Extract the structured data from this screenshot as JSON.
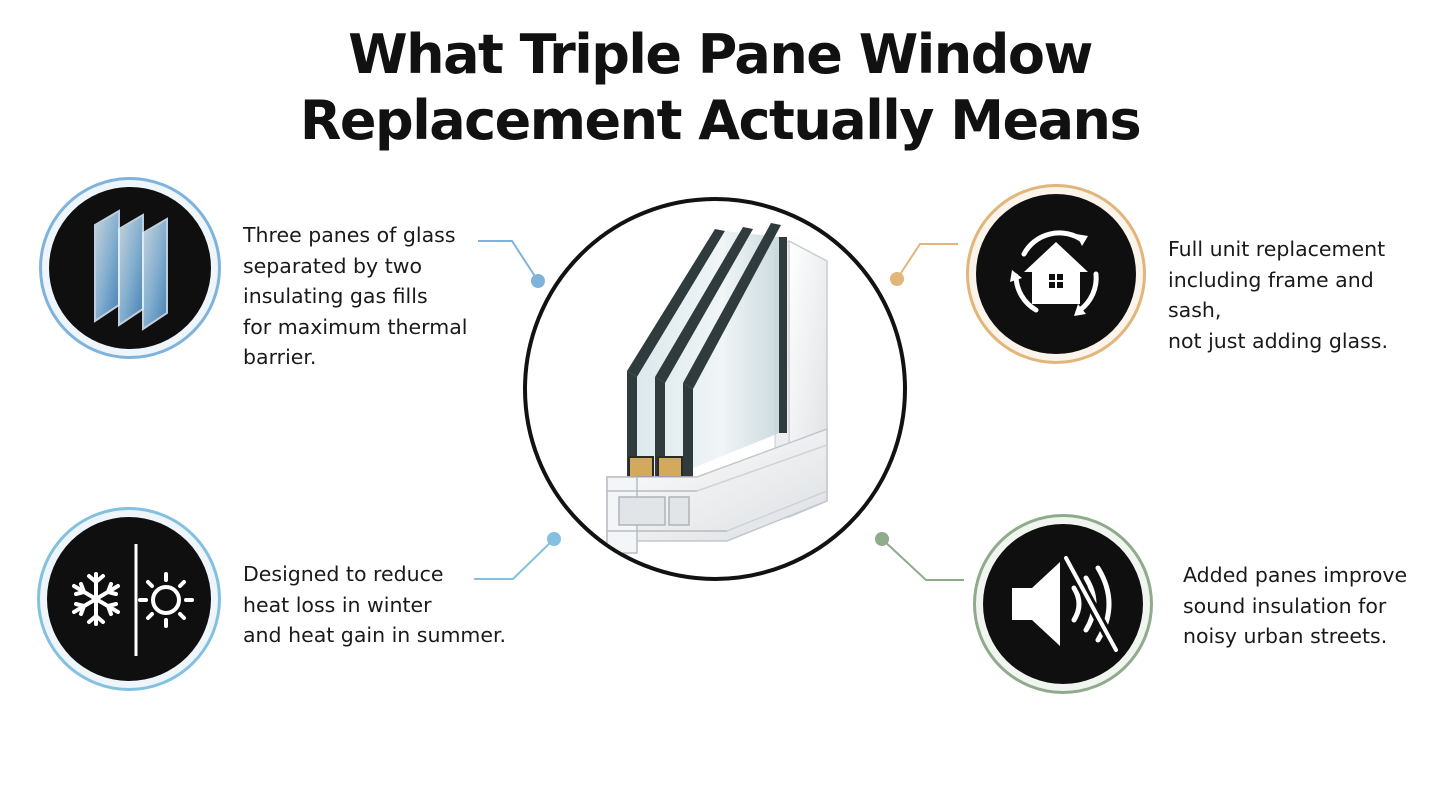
{
  "title": {
    "line1": "What Triple Pane Window",
    "line2": "Replacement Actually Means"
  },
  "features": [
    {
      "id": "triple-glass",
      "icon": "glass-panes-icon",
      "accent": "#7fb3dc",
      "text": "Three panes of glass\nseparated by two\ninsulating gas fills\nfor maximum thermal\nbarrier."
    },
    {
      "id": "full-unit",
      "icon": "house-cycle-icon",
      "accent": "#e2b57a",
      "text": "Full unit replacement\nincluding frame and sash,\nnot just adding glass."
    },
    {
      "id": "climate",
      "icon": "snowflake-sun-icon",
      "accent": "#84c0e0",
      "text": "Designed to reduce\nheat loss in winter\nand heat gain in summer."
    },
    {
      "id": "sound",
      "icon": "muted-speaker-icon",
      "accent": "#8fab8c",
      "text": "Added panes improve\nsound insulation for\nnoisy urban streets."
    }
  ],
  "colors": {
    "icon_disc": "#0f0f10",
    "text": "#1a1a1a",
    "title": "#111111"
  }
}
